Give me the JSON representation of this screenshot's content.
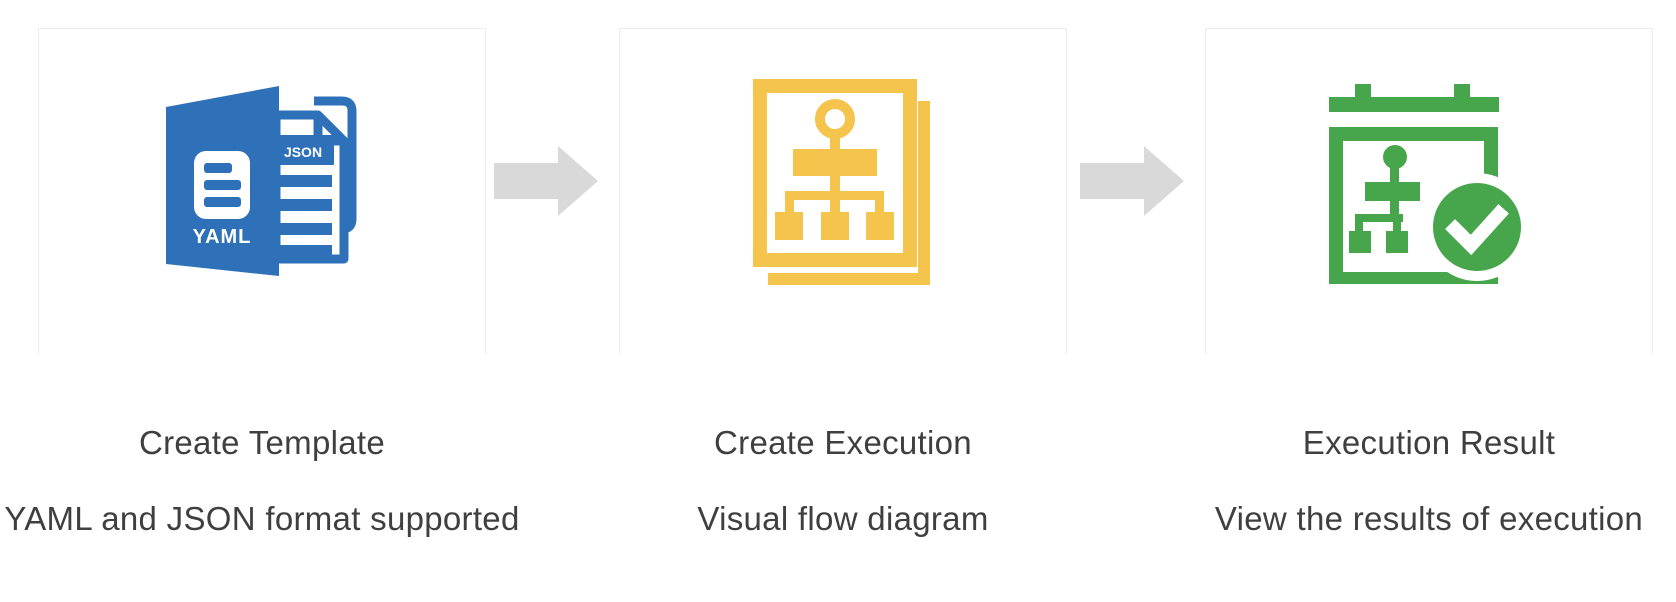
{
  "colors": {
    "background": "#ffffff",
    "card_border": "#ececec",
    "arrow_gray": "#d9d9d9",
    "text_gray": "#3f3f3f",
    "template_blue": "#2e71b8",
    "execution_yellow": "#f4c44c",
    "result_green": "#47a64b"
  },
  "steps": [
    {
      "title": "Create Template",
      "subtitle": "YAML and JSON format supported",
      "icon": "yaml-json-document-icon",
      "yaml_label": "YAML",
      "json_label": "JSON"
    },
    {
      "title": "Create Execution",
      "subtitle": "Visual flow diagram",
      "icon": "flow-diagram-pages-icon"
    },
    {
      "title": "Execution Result",
      "subtitle": "View the results of execution",
      "icon": "calendar-flow-check-icon"
    }
  ],
  "arrows": [
    {
      "icon": "right-arrow-icon"
    },
    {
      "icon": "right-arrow-icon"
    }
  ]
}
